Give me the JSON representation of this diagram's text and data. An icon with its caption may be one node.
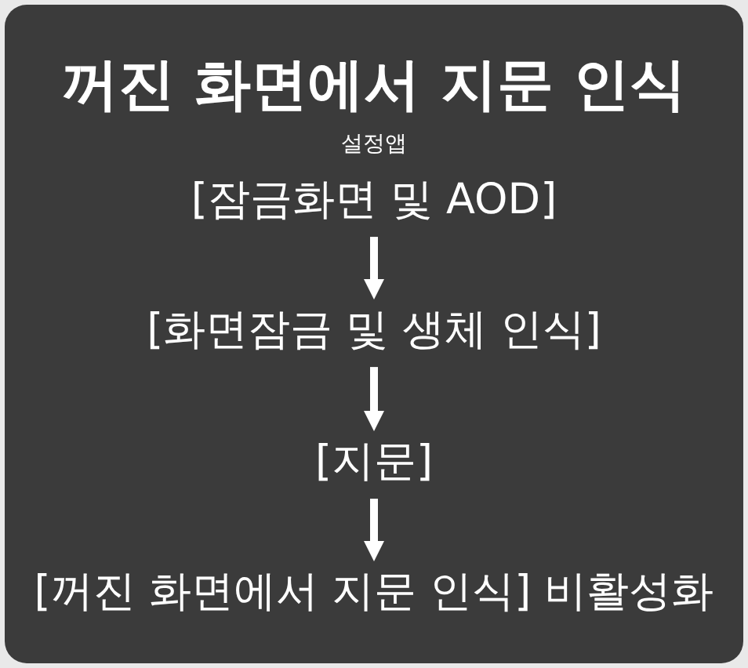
{
  "diagram": {
    "title": "꺼진 화면에서 지문 인식",
    "nodes": [
      {
        "text": [
          "[잠금화면 및 AOD]"
        ]
      },
      {
        "text": [
          "[화면잠금 및 생체 인식]"
        ]
      },
      {
        "text": [
          "[지문]"
        ]
      },
      {
        "text": [
          "[꺼진 화면에서 지문 인식] 비활성화"
        ]
      }
    ],
    "edges": [
      {
        "from": 0,
        "to": 1,
        "arrow": "to"
      },
      {
        "from": 1,
        "to": 2,
        "arrow": "to"
      },
      {
        "from": 2,
        "to": 3,
        "arrow": "to"
      }
    ],
    "labels": [
      "설정앱"
    ]
  }
}
